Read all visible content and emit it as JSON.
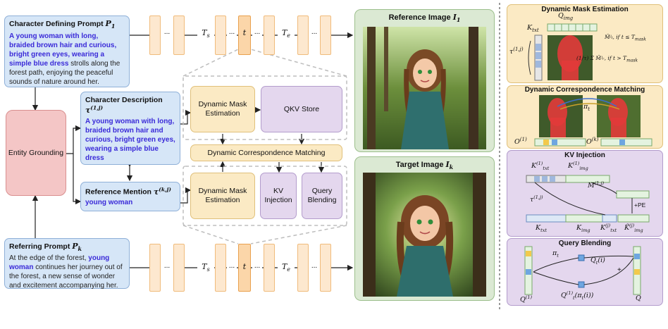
{
  "prompts": {
    "defining": {
      "title": "Character Defining Prompt",
      "symbol": "P",
      "subscript": "1",
      "highlight": "A young woman with long, braided brown hair and curious, bright green eyes, wearing a simple blue dress",
      "rest": " strolls along the forest path, enjoying the peaceful sounds of nature around her."
    },
    "referring": {
      "title": "Referring Prompt",
      "symbol": "P",
      "subscript": "k",
      "before": "At the edge of the forest, ",
      "highlight": "young woman",
      "rest": " continues her journey out of the forest, a new sense of wonder and excitement accompanying her."
    }
  },
  "entity_grounding": "Entity Grounding",
  "character_description": {
    "title": "Character Description",
    "symbol": "τ",
    "superscript": "(1,j)",
    "text": "A young woman with long, braided brown hair and curious, bright green eyes, wearing a simple blue dress"
  },
  "reference_mention": {
    "title": "Reference Mention",
    "symbol": "τ",
    "superscript": "(k,j)",
    "text": "young woman"
  },
  "timeline": {
    "ts": "T",
    "ts_sub": "s",
    "t": "t",
    "te": "T",
    "te_sub": "e",
    "dots": "..."
  },
  "modules": {
    "dme_top": "Dynamic Mask Estimation",
    "qkv_store": "QKV Store",
    "dcm": "Dynamic Correspondence Matching",
    "dme_bottom": "Dynamic Mask Estimation",
    "kv_injection": "KV Injection",
    "query_blending": "Query Blending"
  },
  "images": {
    "reference_title": "Reference Image",
    "reference_symbol": "I",
    "reference_sub": "1",
    "target_title": "Target Image",
    "target_symbol": "I",
    "target_sub": "k"
  },
  "right_panels": {
    "dme": {
      "title": "Dynamic Mask Estimation",
      "q_img": "Q",
      "q_img_sub": "img",
      "k_txt": "K",
      "k_txt_sub": "txt",
      "tau": "τ",
      "tau_sup": "(1,j)",
      "case1": "M̂ʲₜ,  if  t ≤ T",
      "case1_sub": "mask",
      "case2_pre": "(1/τ) Σ",
      "case2": "M̂ʲᵣ,  if  t > T",
      "case2_sub": "mask"
    },
    "dcm": {
      "title": "Dynamic Correspondence Matching",
      "pi": "π",
      "pi_sub": "t",
      "o1": "O",
      "o1_sup": "(1)",
      "ok": "O",
      "ok_sup": "(k)"
    },
    "kv": {
      "title": "KV Injection",
      "k_txt1": "K",
      "k_txt1_sub": "txt",
      "k_txt1_sup": "(1)",
      "k_img1": "K",
      "k_img1_sub": "img",
      "k_img1_sup": "(1)",
      "m": "M",
      "m_sup": "(1,j)",
      "tau": "τ",
      "tau_sup": "(1,j)",
      "pe": "+PE",
      "k_txt": "K",
      "k_txt_sub": "txt",
      "k_img": "K",
      "k_img_sub": "img",
      "k_txt_j": "K",
      "k_txt_j_sub": "txt",
      "k_txt_j_sup": "(j)",
      "k_img_j": "K̃",
      "k_img_j_sub": "img",
      "k_img_j_sup": "(j)"
    },
    "qb": {
      "title": "Query Blending",
      "pi": "π",
      "pi_sub": "t",
      "qt": "Q",
      "qt_sub": "t",
      "qt_arg": "(i)",
      "qt1": "Q",
      "qt1_sub": "t",
      "qt1_sup": "(1)",
      "qt1_arg": "(π",
      "qt1_arg_sub": "t",
      "qt1_arg_end": "(i))",
      "plus": "+",
      "q1": "Q",
      "q1_sup": "(1)",
      "q": "Q"
    }
  },
  "colors": {
    "accent_blue": "#3a2ad8",
    "prompt_bg": "#d6e6f7",
    "grounding_bg": "#f4c6c6",
    "module_yellow": "#fbeac4",
    "module_purple": "#e4d7ee",
    "image_panel": "#dbe9d3",
    "token": "#fde8cf"
  }
}
